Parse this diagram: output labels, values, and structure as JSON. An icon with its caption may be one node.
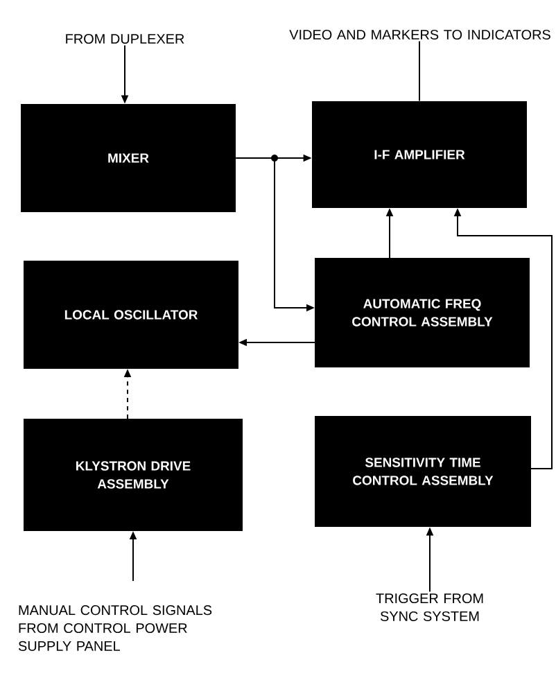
{
  "diagram": {
    "nodes": [
      {
        "text": [
          "FROM DUPLEXER"
        ]
      },
      {
        "text": [
          "VIDEO AND MARKERS TO INDICATORS"
        ]
      },
      {
        "text": [
          "MIXER"
        ]
      },
      {
        "text": [
          "I-F AMPLIFIER"
        ]
      },
      {
        "text": [
          "LOCAL OSCILLATOR"
        ]
      },
      {
        "text": [
          "AUTOMATIC FREQ CONTROL ASSEMBLY"
        ]
      },
      {
        "text": [
          "KLYSTRON DRIVE ASSEMBLY"
        ]
      },
      {
        "text": [
          "SENSITIVITY TIME CONTROL ASSEMBLY"
        ]
      },
      {
        "text": [
          "MANUAL CONTROL SIGNALS FROM CONTROL POWER SUPPLY PANEL"
        ]
      },
      {
        "text": [
          "TRIGGER FROM SYNC SYSTEM"
        ]
      }
    ],
    "edges": [
      {
        "from": 0,
        "to": 2,
        "arrow": "to"
      },
      {
        "from": 3,
        "to": 1,
        "arrow": "none"
      },
      {
        "from": 2,
        "to": 3,
        "arrow": "to"
      },
      {
        "from": 2,
        "to": 5,
        "arrow": "to"
      },
      {
        "from": 5,
        "to": 3,
        "arrow": "to"
      },
      {
        "from": 5,
        "to": 4,
        "arrow": "to"
      },
      {
        "from": 6,
        "to": 4,
        "arrow": "to",
        "style": "dashed"
      },
      {
        "from": 7,
        "to": 3,
        "arrow": "to"
      },
      {
        "from": 8,
        "to": 6,
        "arrow": "to"
      },
      {
        "from": 9,
        "to": 7,
        "arrow": "to"
      }
    ]
  }
}
